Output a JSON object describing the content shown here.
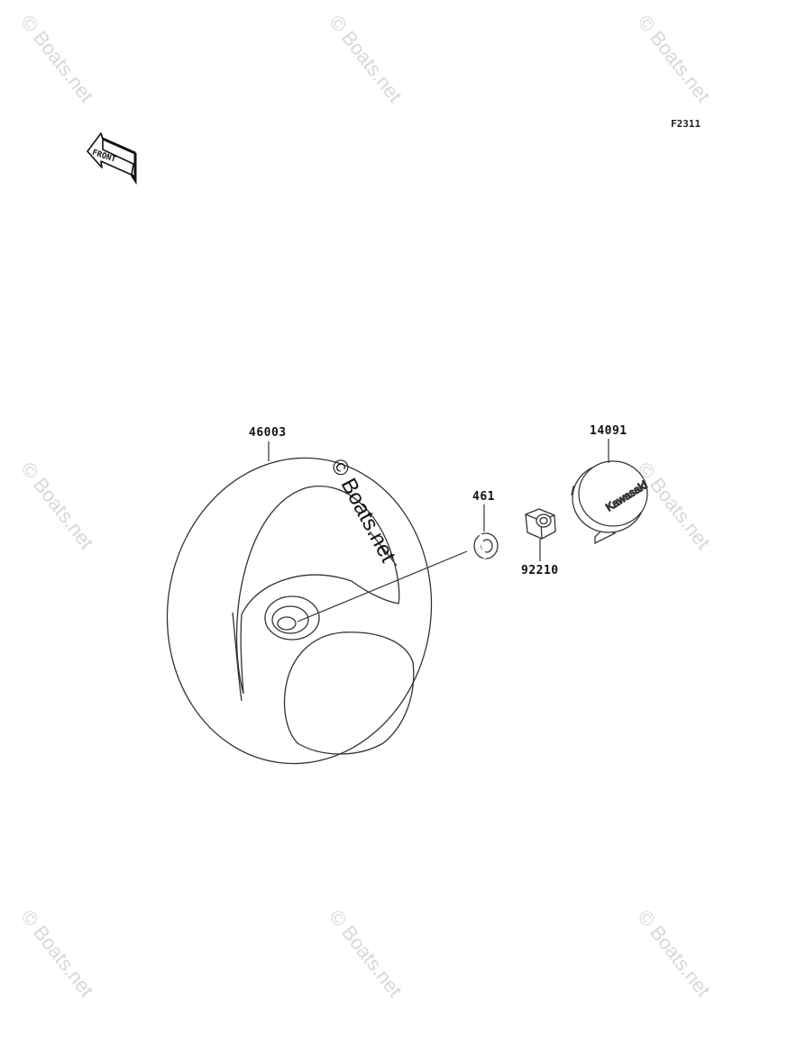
{
  "figure_code": "F2311",
  "front_label": "FRONT",
  "watermark": "© Boats.net",
  "logo_text": "Kawasaki",
  "parts": [
    {
      "number": "46003",
      "name": "steering-wheel"
    },
    {
      "number": "461",
      "name": "washer"
    },
    {
      "number": "92210",
      "name": "nut"
    },
    {
      "number": "14091",
      "name": "cover-cap"
    }
  ]
}
